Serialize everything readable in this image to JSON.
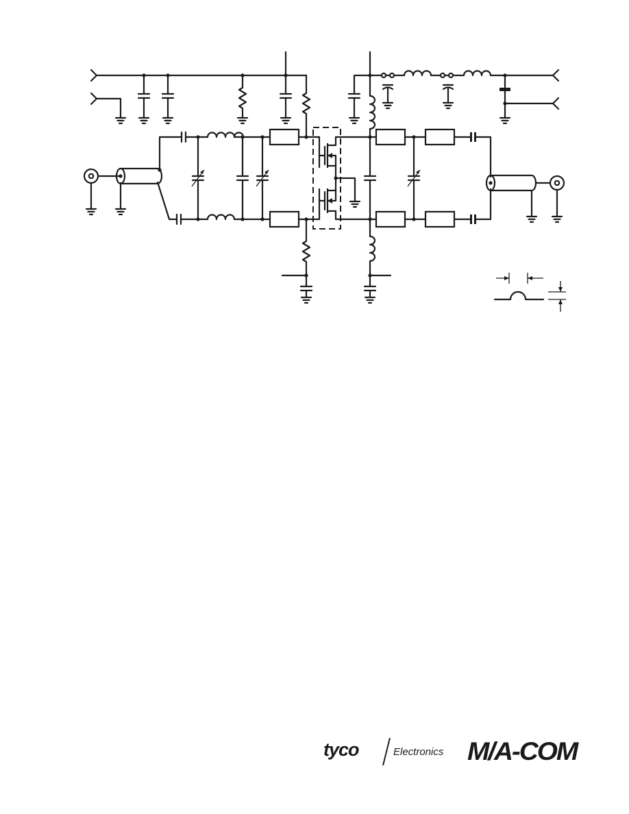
{
  "diagram": {
    "type": "rf-amplifier-schematic",
    "components": {
      "input_connector": "coaxial-connector",
      "output_connector": "coaxial-connector",
      "transistor": "push-pull-fet-pair",
      "detail_inset": "wire-loop-dimension-detail"
    }
  },
  "footer": {
    "brand1": "tyco",
    "brand2": "Electronics",
    "brand3": "M/A-COM",
    "colors": {
      "ink": "#1a1a1a"
    }
  }
}
